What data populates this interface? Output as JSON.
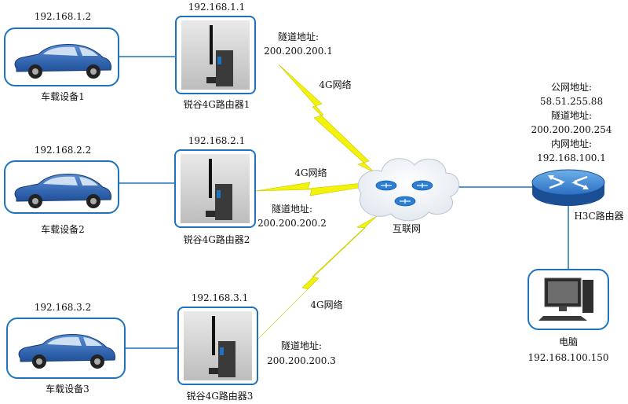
{
  "devices": [
    {
      "ip": "192.168.1.2",
      "name": "车载设备1"
    },
    {
      "ip": "192.168.2.2",
      "name": "车载设备2"
    },
    {
      "ip": "192.168.3.2",
      "name": "车载设备3"
    }
  ],
  "routers": [
    {
      "ip": "192.168.1.1",
      "name": "锐谷4G路由器1",
      "tunnel_label": "隧道地址:",
      "tunnel_ip": "200.200.200.1",
      "link": "4G网络"
    },
    {
      "ip": "192.168.2.1",
      "name": "锐谷4G路由器2",
      "tunnel_label": "隧道地址:",
      "tunnel_ip": "200.200.200.2",
      "link": "4G网络"
    },
    {
      "ip": "192.168.3.1",
      "name": "锐谷4G路由器3",
      "tunnel_label": "隧道地址:",
      "tunnel_ip": "200.200.200.3",
      "link": "4G网络"
    }
  ],
  "internet": {
    "name": "互联网"
  },
  "h3c": {
    "name": "H3C路由器",
    "public_label": "公网地址:",
    "public_ip": "58.51.255.88",
    "tunnel_label": "隧道地址:",
    "tunnel_ip": "200.200.200.254",
    "lan_label": "内网地址:",
    "lan_ip": "192.168.100.1"
  },
  "pc": {
    "name": "电脑",
    "ip": "192.168.100.150"
  },
  "colors": {
    "border": "#1e73be",
    "bolt": "#f2f20a",
    "router_blue": "#2a6fc4"
  }
}
